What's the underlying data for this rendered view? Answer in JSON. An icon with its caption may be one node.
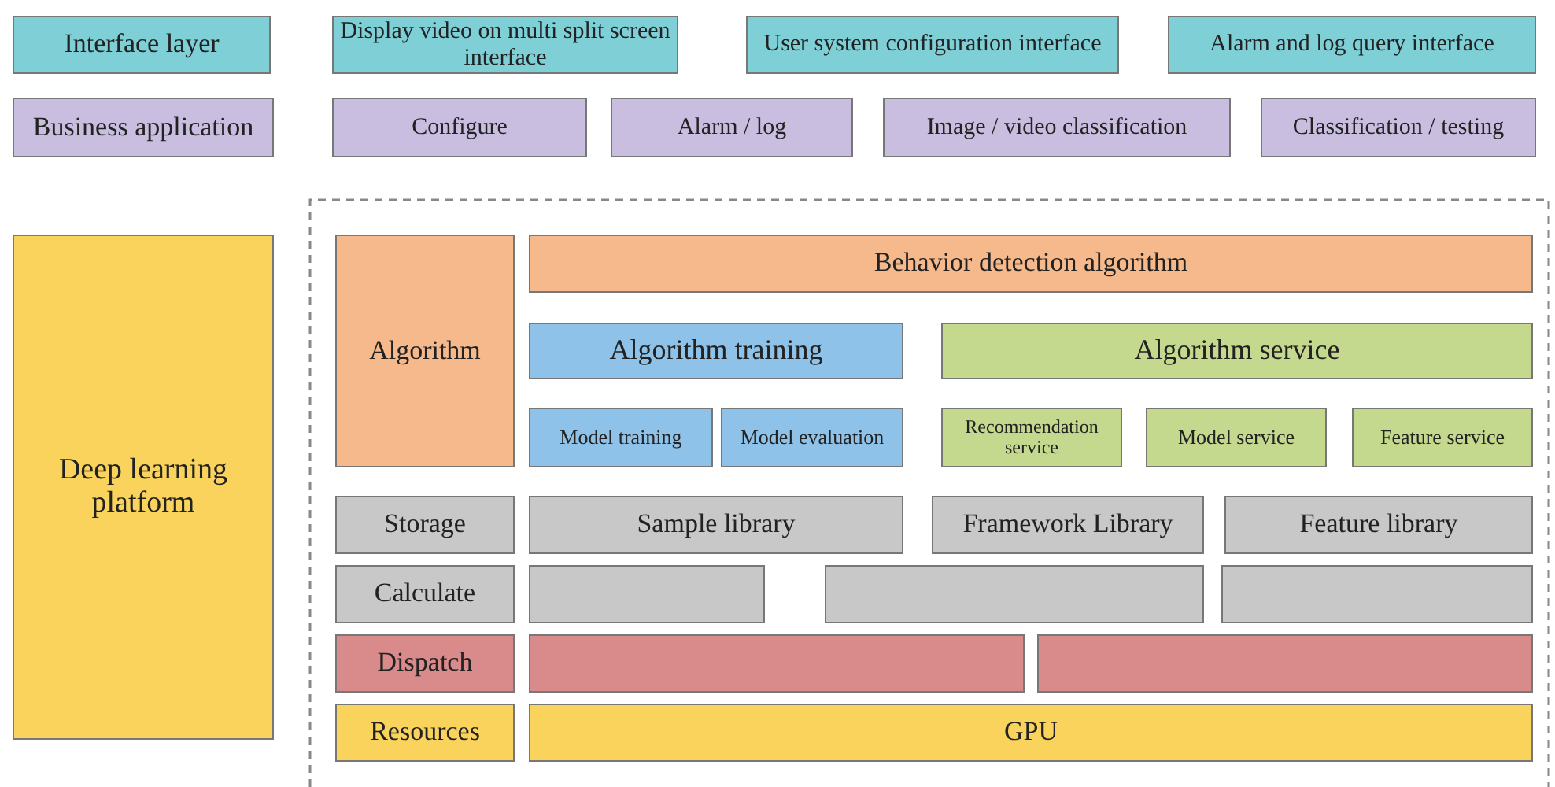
{
  "diagram": {
    "nodes": [
      {
        "text": [
          "Interface layer"
        ]
      },
      {
        "text": [
          "Display video on multi split screen interface"
        ]
      },
      {
        "text": [
          "User system configuration interface"
        ]
      },
      {
        "text": [
          "Alarm and log query interface"
        ]
      },
      {
        "text": [
          "Business application"
        ]
      },
      {
        "text": [
          "Configure"
        ]
      },
      {
        "text": [
          "Alarm / log"
        ]
      },
      {
        "text": [
          "Image / video classification"
        ]
      },
      {
        "text": [
          "Classification / testing"
        ]
      },
      {
        "text": [
          "Deep learning platform"
        ]
      },
      {
        "text": [
          "Algorithm"
        ]
      },
      {
        "text": [
          "Behavior detection algorithm"
        ]
      },
      {
        "text": [
          "Algorithm training"
        ]
      },
      {
        "text": [
          "Algorithm service"
        ]
      },
      {
        "text": [
          "Model training"
        ]
      },
      {
        "text": [
          "Model evaluation"
        ]
      },
      {
        "text": [
          "Recommendation service"
        ]
      },
      {
        "text": [
          "Model service"
        ]
      },
      {
        "text": [
          "Feature service"
        ]
      },
      {
        "text": [
          "Storage"
        ]
      },
      {
        "text": [
          "Sample library"
        ]
      },
      {
        "text": [
          "Framework Library"
        ]
      },
      {
        "text": [
          "Feature library"
        ]
      },
      {
        "text": [
          "Calculate"
        ]
      },
      {
        "text": [],
        "shape": "box"
      },
      {
        "text": [],
        "shape": "box"
      },
      {
        "text": [],
        "shape": "box"
      },
      {
        "text": [
          "Dispatch"
        ]
      },
      {
        "text": [],
        "shape": "box"
      },
      {
        "text": [],
        "shape": "box"
      },
      {
        "text": [
          "Resources"
        ]
      },
      {
        "text": [
          "GPU"
        ]
      }
    ]
  }
}
